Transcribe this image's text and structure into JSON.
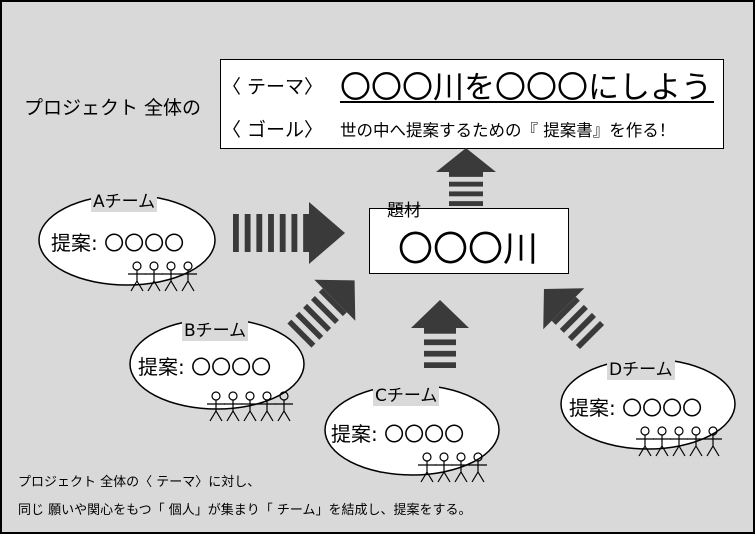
{
  "project_label": "プロジェクト 全体の",
  "goal_box": {
    "theme_label": "〈 テーマ〉",
    "theme_value": "〇〇〇川を〇〇〇にしよう",
    "goal_label": "〈 ゴール〉",
    "goal_value": "世の中へ提案するための『 提案書』を作る！"
  },
  "subject": {
    "label": "題材",
    "value": "〇〇〇川"
  },
  "teams": [
    {
      "name": "Aチーム",
      "proposal": "提案: 〇〇〇〇"
    },
    {
      "name": "Bチーム",
      "proposal": "提案: 〇〇〇〇"
    },
    {
      "name": "Cチーム",
      "proposal": "提案: 〇〇〇〇"
    },
    {
      "name": "Dチーム",
      "proposal": "提案: 〇〇〇〇"
    }
  ],
  "footer": {
    "line1": "プロジェクト 全体の〈 テーマ〉に対し、",
    "line2": "同じ 願いや関心をもつ「 個人」が集まり「 チーム」を結成し、提案をする。"
  },
  "colors": {
    "background": "#d9d9d9",
    "arrow": "#3a3a3a",
    "box": "#ffffff",
    "stroke": "#000000"
  },
  "icons": [
    "people-group-icon",
    "arrow-icon"
  ]
}
